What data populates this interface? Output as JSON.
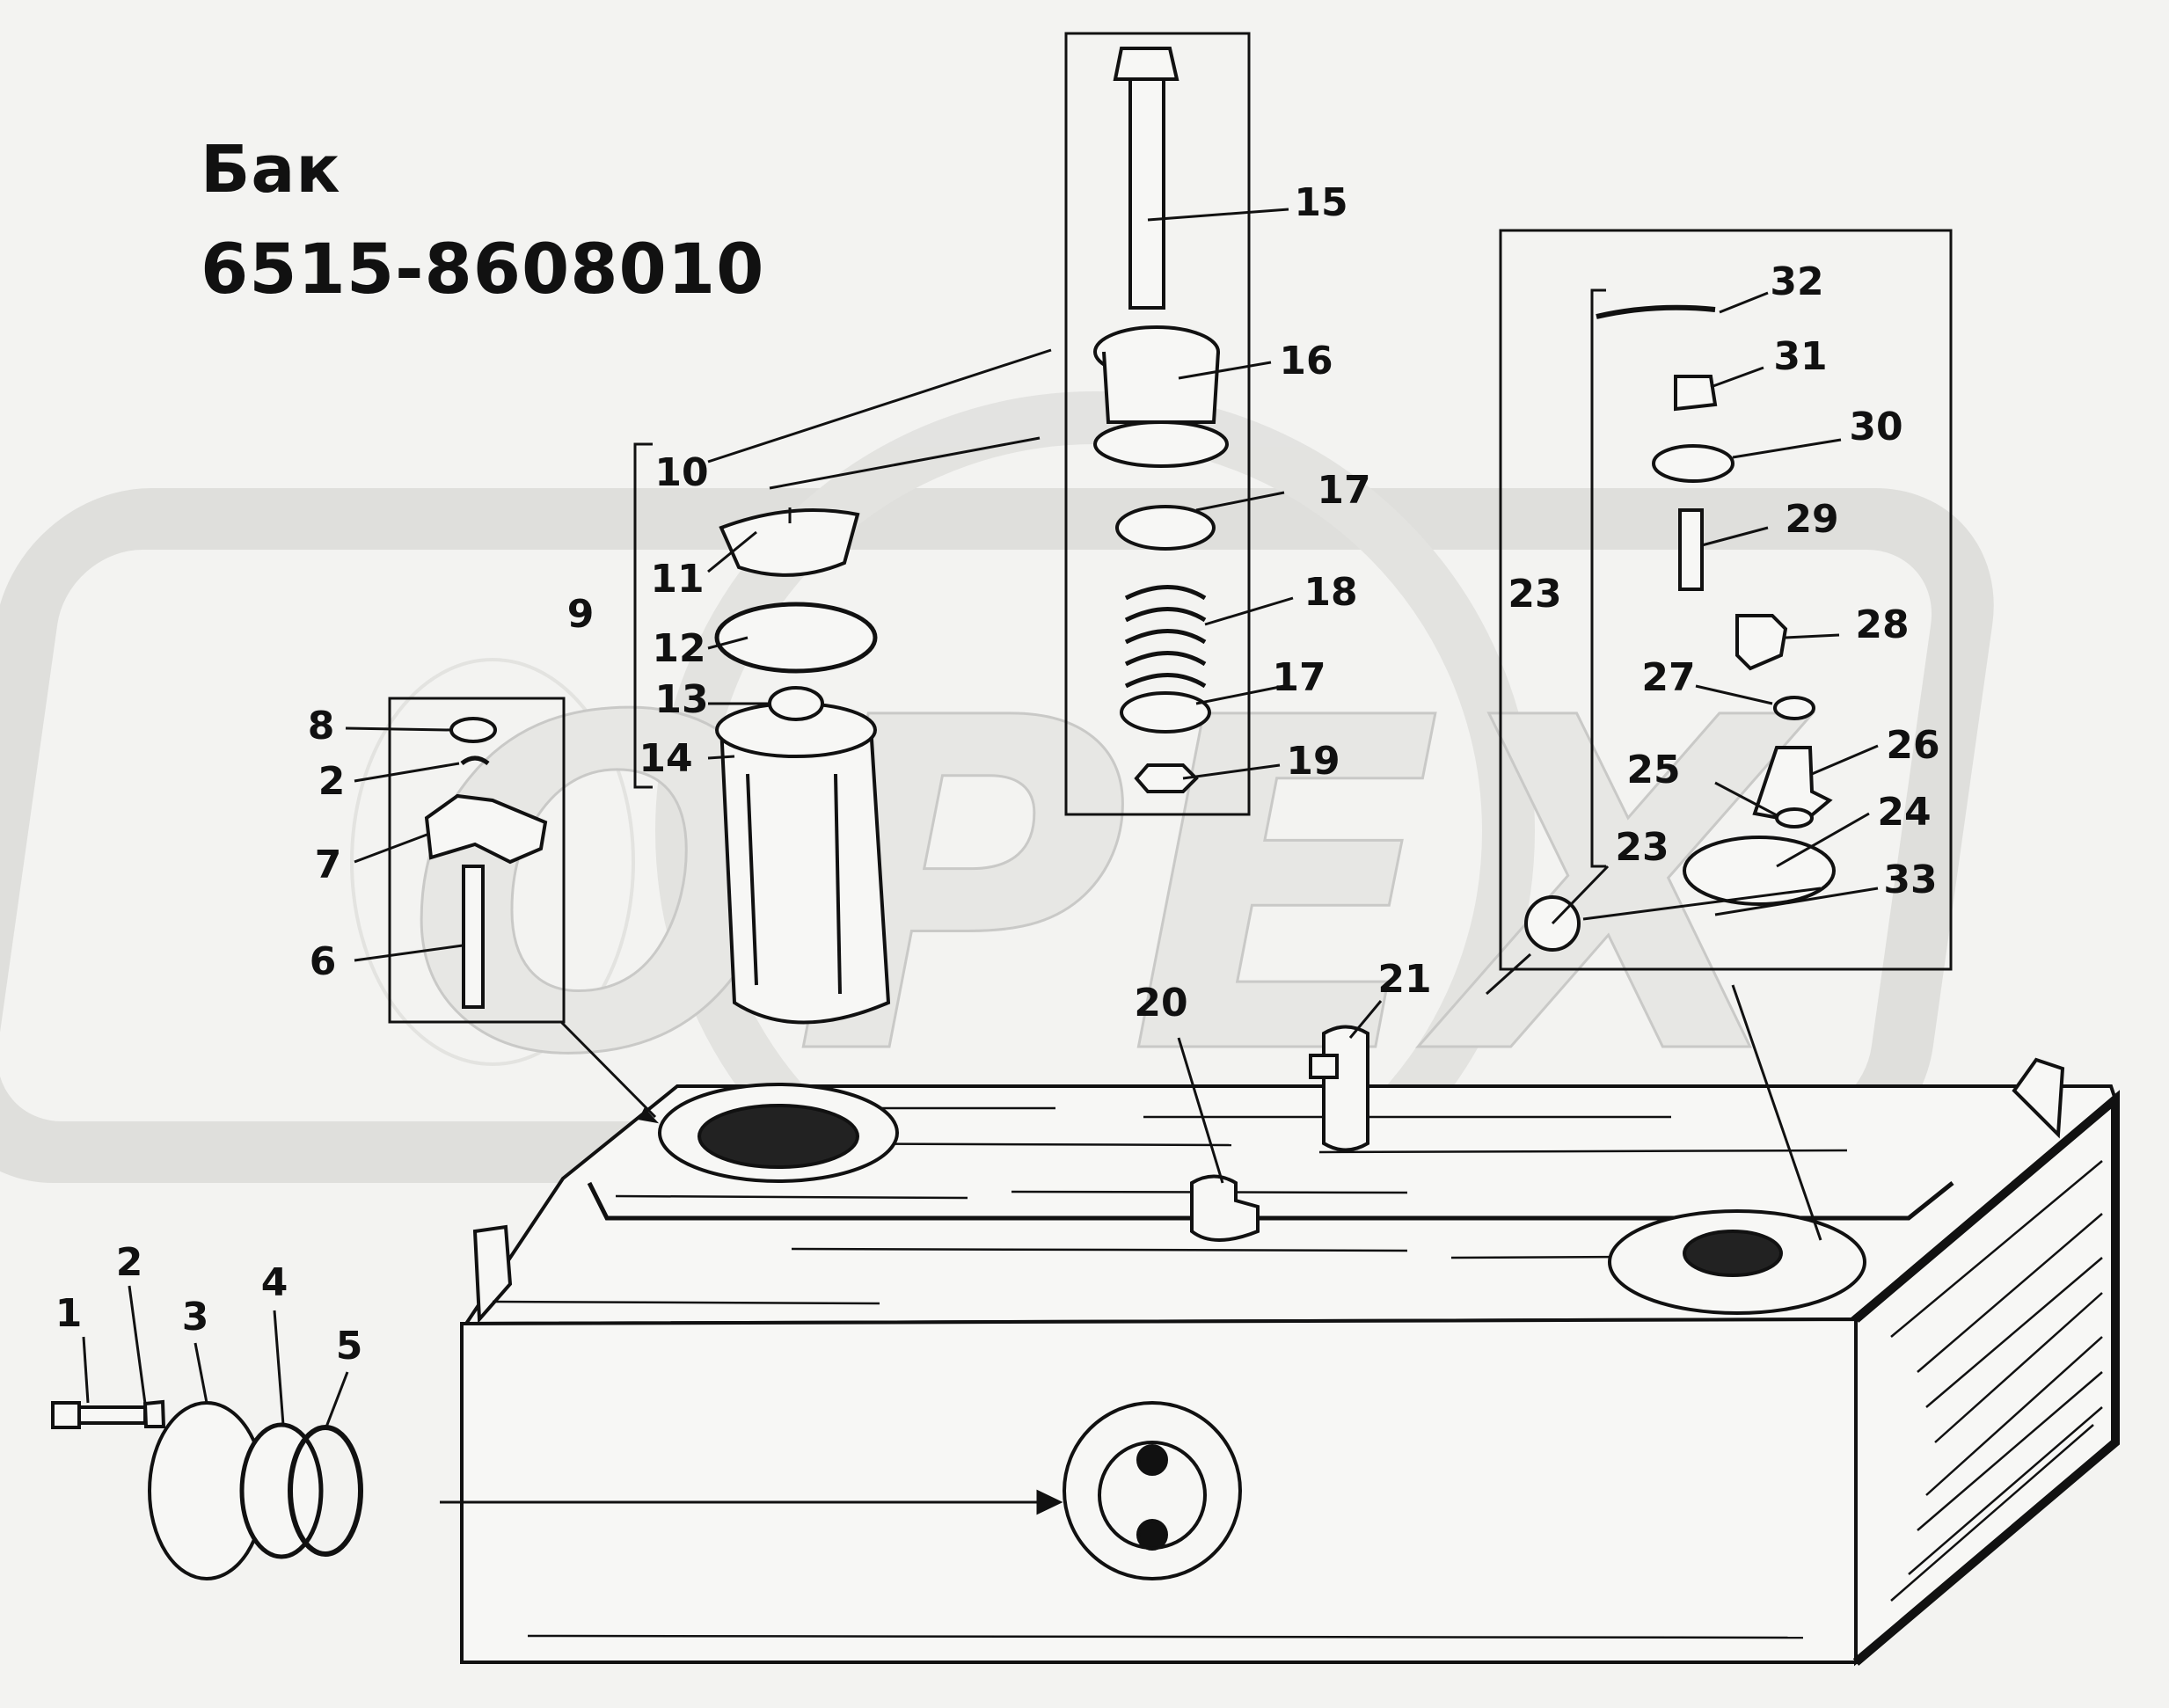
{
  "title": {
    "name": "Бак",
    "part_number": "6515-8608010"
  },
  "watermark": {
    "text": "OPEX"
  },
  "callouts": [
    {
      "id": "c1",
      "label": "1"
    },
    {
      "id": "c2a",
      "label": "2"
    },
    {
      "id": "c2b",
      "label": "2"
    },
    {
      "id": "c3",
      "label": "3"
    },
    {
      "id": "c4",
      "label": "4"
    },
    {
      "id": "c5",
      "label": "5"
    },
    {
      "id": "c6",
      "label": "6"
    },
    {
      "id": "c7",
      "label": "7"
    },
    {
      "id": "c8",
      "label": "8"
    },
    {
      "id": "c9",
      "label": "9"
    },
    {
      "id": "c10",
      "label": "10"
    },
    {
      "id": "c11",
      "label": "11"
    },
    {
      "id": "c12",
      "label": "12"
    },
    {
      "id": "c13",
      "label": "13"
    },
    {
      "id": "c14",
      "label": "14"
    },
    {
      "id": "c15",
      "label": "15"
    },
    {
      "id": "c16",
      "label": "16"
    },
    {
      "id": "c17a",
      "label": "17"
    },
    {
      "id": "c17b",
      "label": "17"
    },
    {
      "id": "c18",
      "label": "18"
    },
    {
      "id": "c19",
      "label": "19"
    },
    {
      "id": "c20",
      "label": "20"
    },
    {
      "id": "c21",
      "label": "21"
    },
    {
      "id": "c23a",
      "label": "23"
    },
    {
      "id": "c23b",
      "label": "23"
    },
    {
      "id": "c24",
      "label": "24"
    },
    {
      "id": "c25",
      "label": "25"
    },
    {
      "id": "c26",
      "label": "26"
    },
    {
      "id": "c27",
      "label": "27"
    },
    {
      "id": "c28",
      "label": "28"
    },
    {
      "id": "c29",
      "label": "29"
    },
    {
      "id": "c30",
      "label": "30"
    },
    {
      "id": "c31",
      "label": "31"
    },
    {
      "id": "c32",
      "label": "32"
    },
    {
      "id": "c33",
      "label": "33"
    }
  ]
}
